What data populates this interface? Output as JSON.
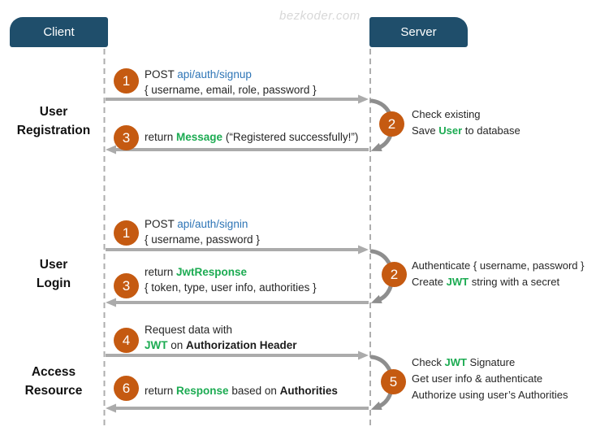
{
  "watermark": "bezkoder.com",
  "actors": {
    "client": "Client",
    "server": "Server"
  },
  "theme": {
    "header_bg": "#1F4E6B",
    "circle_bg": "#C55A11",
    "blue": "#2E75B6",
    "green": "#1CAB52",
    "arrow": "#ABABAB",
    "loop": "#8E8E8E",
    "lifeline": "#AEAEAE",
    "text": "#262626",
    "watermark": "#D8D8D8"
  },
  "sections": [
    {
      "title_lines": [
        "User",
        "Registration"
      ],
      "client_steps": [
        {
          "num": "1",
          "lines": [
            [
              {
                "t": "POST ",
                "k": "plain"
              },
              {
                "t": "api/auth/signup",
                "k": "blue"
              }
            ],
            [
              {
                "t": "{ username, email, role, password }",
                "k": "plain"
              }
            ]
          ]
        },
        {
          "num": "3",
          "lines": [
            [
              {
                "t": "return ",
                "k": "plain"
              },
              {
                "t": "Message",
                "k": "green"
              },
              {
                "t": " (“Registered successfully!”)",
                "k": "plain"
              }
            ]
          ]
        }
      ],
      "server_step": {
        "num": "2",
        "lines": [
          [
            {
              "t": "Check existing",
              "k": "plain"
            }
          ],
          [
            {
              "t": "Save ",
              "k": "plain"
            },
            {
              "t": "User",
              "k": "green"
            },
            {
              "t": " to database",
              "k": "plain"
            }
          ]
        ]
      }
    },
    {
      "title_lines": [
        "User",
        "Login"
      ],
      "client_steps": [
        {
          "num": "1",
          "lines": [
            [
              {
                "t": "POST ",
                "k": "plain"
              },
              {
                "t": "api/auth/signin",
                "k": "blue"
              }
            ],
            [
              {
                "t": "{ username, password }",
                "k": "plain"
              }
            ]
          ]
        },
        {
          "num": "3",
          "lines": [
            [
              {
                "t": "return ",
                "k": "plain"
              },
              {
                "t": "JwtResponse",
                "k": "green"
              }
            ],
            [
              {
                "t": "{ token, type, user info, authorities }",
                "k": "plain"
              }
            ]
          ]
        }
      ],
      "server_step": {
        "num": "2",
        "lines": [
          [
            {
              "t": "Authenticate { username, password }",
              "k": "plain"
            }
          ],
          [
            {
              "t": "Create ",
              "k": "plain"
            },
            {
              "t": "JWT",
              "k": "green"
            },
            {
              "t": " string with a secret",
              "k": "plain"
            }
          ]
        ]
      }
    },
    {
      "title_lines": [
        "Access",
        "Resource"
      ],
      "client_steps": [
        {
          "num": "4",
          "lines": [
            [
              {
                "t": "Request  data with",
                "k": "plain"
              }
            ],
            [
              {
                "t": "JWT",
                "k": "green"
              },
              {
                "t": " on ",
                "k": "plain"
              },
              {
                "t": "Authorization Header",
                "k": "bold"
              }
            ]
          ]
        },
        {
          "num": "6",
          "lines": [
            [
              {
                "t": "return ",
                "k": "plain"
              },
              {
                "t": "Response",
                "k": "green"
              },
              {
                "t": " based on ",
                "k": "plain"
              },
              {
                "t": "Authorities",
                "k": "bold"
              }
            ]
          ]
        }
      ],
      "server_step": {
        "num": "5",
        "lines": [
          [
            {
              "t": "Check ",
              "k": "plain"
            },
            {
              "t": "JWT",
              "k": "green"
            },
            {
              "t": " Signature",
              "k": "plain"
            }
          ],
          [
            {
              "t": "Get user info & authenticate",
              "k": "plain"
            }
          ],
          [
            {
              "t": "Authorize using user’s Authorities",
              "k": "plain"
            }
          ]
        ]
      }
    }
  ]
}
